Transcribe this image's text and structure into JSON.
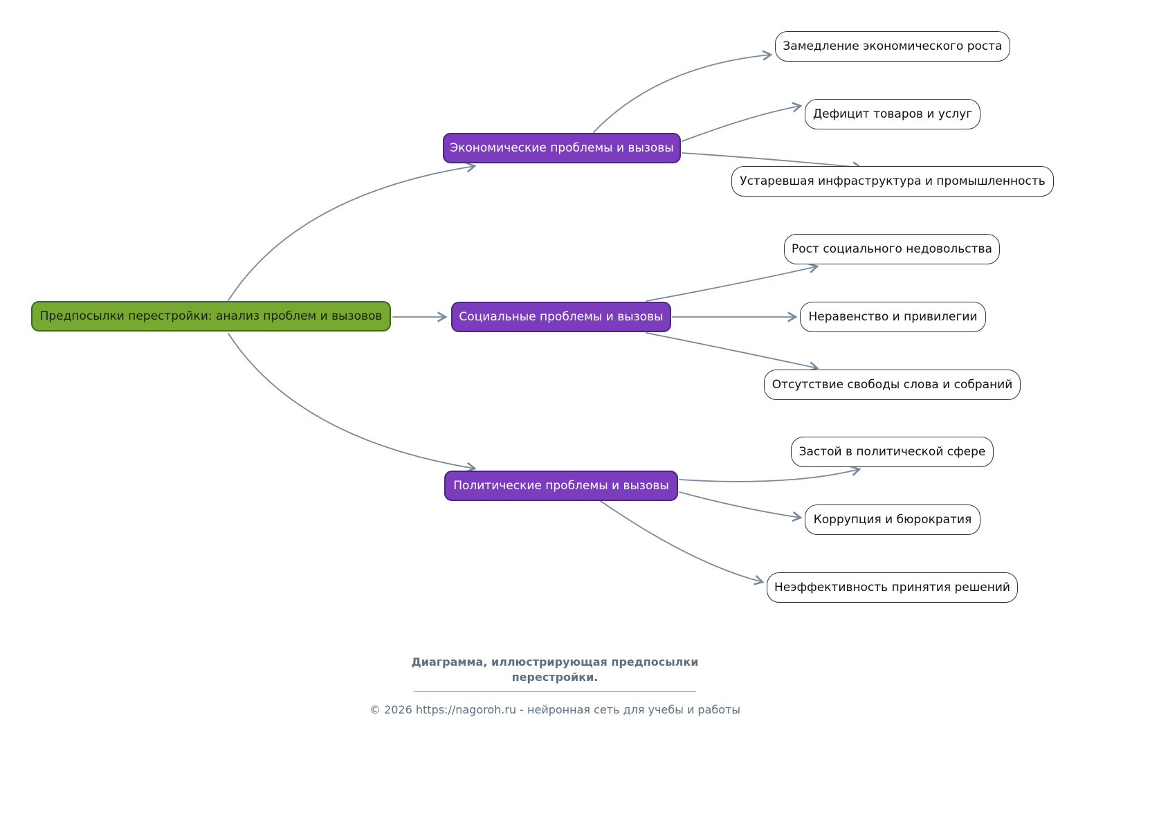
{
  "diagram": {
    "root": {
      "label": "Предпосылки перестройки: анализ проблем и вызовов"
    },
    "branches": [
      {
        "label": "Экономические проблемы и вызовы",
        "children": [
          {
            "label": "Замедление экономического роста"
          },
          {
            "label": "Дефицит товаров и услуг"
          },
          {
            "label": "Устаревшая инфраструктура и промышленность"
          }
        ]
      },
      {
        "label": "Социальные проблемы и вызовы",
        "children": [
          {
            "label": "Рост социального недовольства"
          },
          {
            "label": "Неравенство и привилегии"
          },
          {
            "label": "Отсутствие свободы слова и собраний"
          }
        ]
      },
      {
        "label": "Политические проблемы и вызовы",
        "children": [
          {
            "label": "Застой в политической сфере"
          },
          {
            "label": "Коррупция и бюрократия"
          },
          {
            "label": "Неэффективность принятия решений"
          }
        ]
      }
    ]
  },
  "footer": {
    "caption": "Диаграмма, иллюстрирующая предпосылки перестройки.",
    "copyright": "© 2026 https://nagoroh.ru - нейронная сеть для учебы и работы"
  },
  "colors": {
    "root_fill": "#76a832",
    "root_border": "#356b1d",
    "branch_fill": "#7c3cbe",
    "branch_border": "#4a2579",
    "leaf_fill": "#ffffff",
    "leaf_border": "#333333",
    "edge": "#78899b",
    "caption": "#5c7082"
  }
}
